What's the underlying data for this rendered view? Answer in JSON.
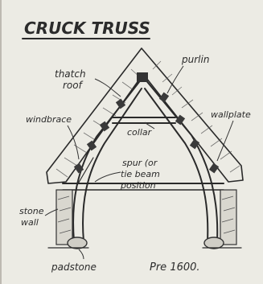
{
  "diagram": {
    "title": "CRUCK TRUSS",
    "labels": {
      "thatch_roof_1": "thatch",
      "thatch_roof_2": "roof",
      "purlin": "purlin",
      "windbrace": "windbrace",
      "wallplate": "wallplate",
      "collar": "collar",
      "spur_1": "spur (or",
      "spur_2": "tie beam",
      "spur_3": "position",
      "stone_wall_1": "stone",
      "stone_wall_2": "wall",
      "padstone": "padstone",
      "date_note": "Pre 1600."
    }
  }
}
